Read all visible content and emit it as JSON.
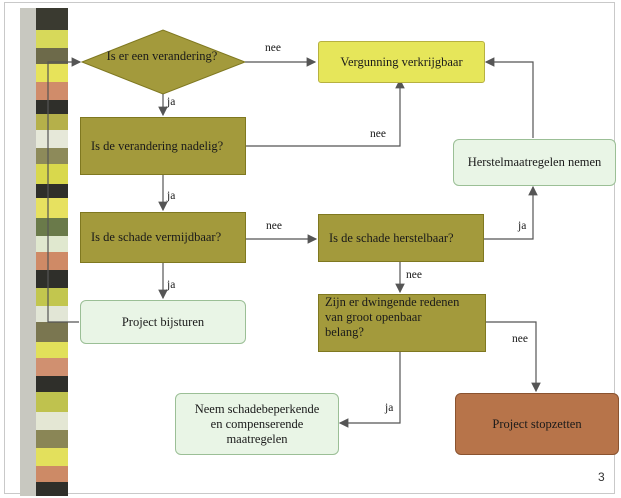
{
  "nodes": {
    "start": "Is er een verandering?",
    "permit": "Vergunning verkrijgbaar",
    "harmful": "Is de verandering nadelig?",
    "avoidable": "Is de schade vermijdbaar?",
    "repairable": "Is de schade herstelbaar?",
    "restore": "Herstelmaatregelen nemen",
    "adjust": "Project bijsturen",
    "reasons": [
      "Zijn er dwingende redenen",
      "van groot openbaar",
      "belang?"
    ],
    "mitigate": [
      "Neem schadebeperkende",
      "en compenserende",
      "maatregelen"
    ],
    "stop": "Project stopzetten"
  },
  "edge_labels": {
    "start_permit": "nee",
    "start_harmful": "ja",
    "harmful_permit": "nee",
    "harmful_avoidable": "ja",
    "avoidable_repairable": "nee",
    "avoidable_adjust": "ja",
    "repairable_restore": "ja",
    "repairable_reasons": "nee",
    "reasons_stop": "nee",
    "reasons_mitigate": "ja"
  },
  "page_number": "3",
  "colors": {
    "olive": "#a39a3c",
    "yellow": "#e6e65a",
    "light_green": "#e9f5e6",
    "brown": "#b7744a",
    "arrow": "#555555"
  }
}
